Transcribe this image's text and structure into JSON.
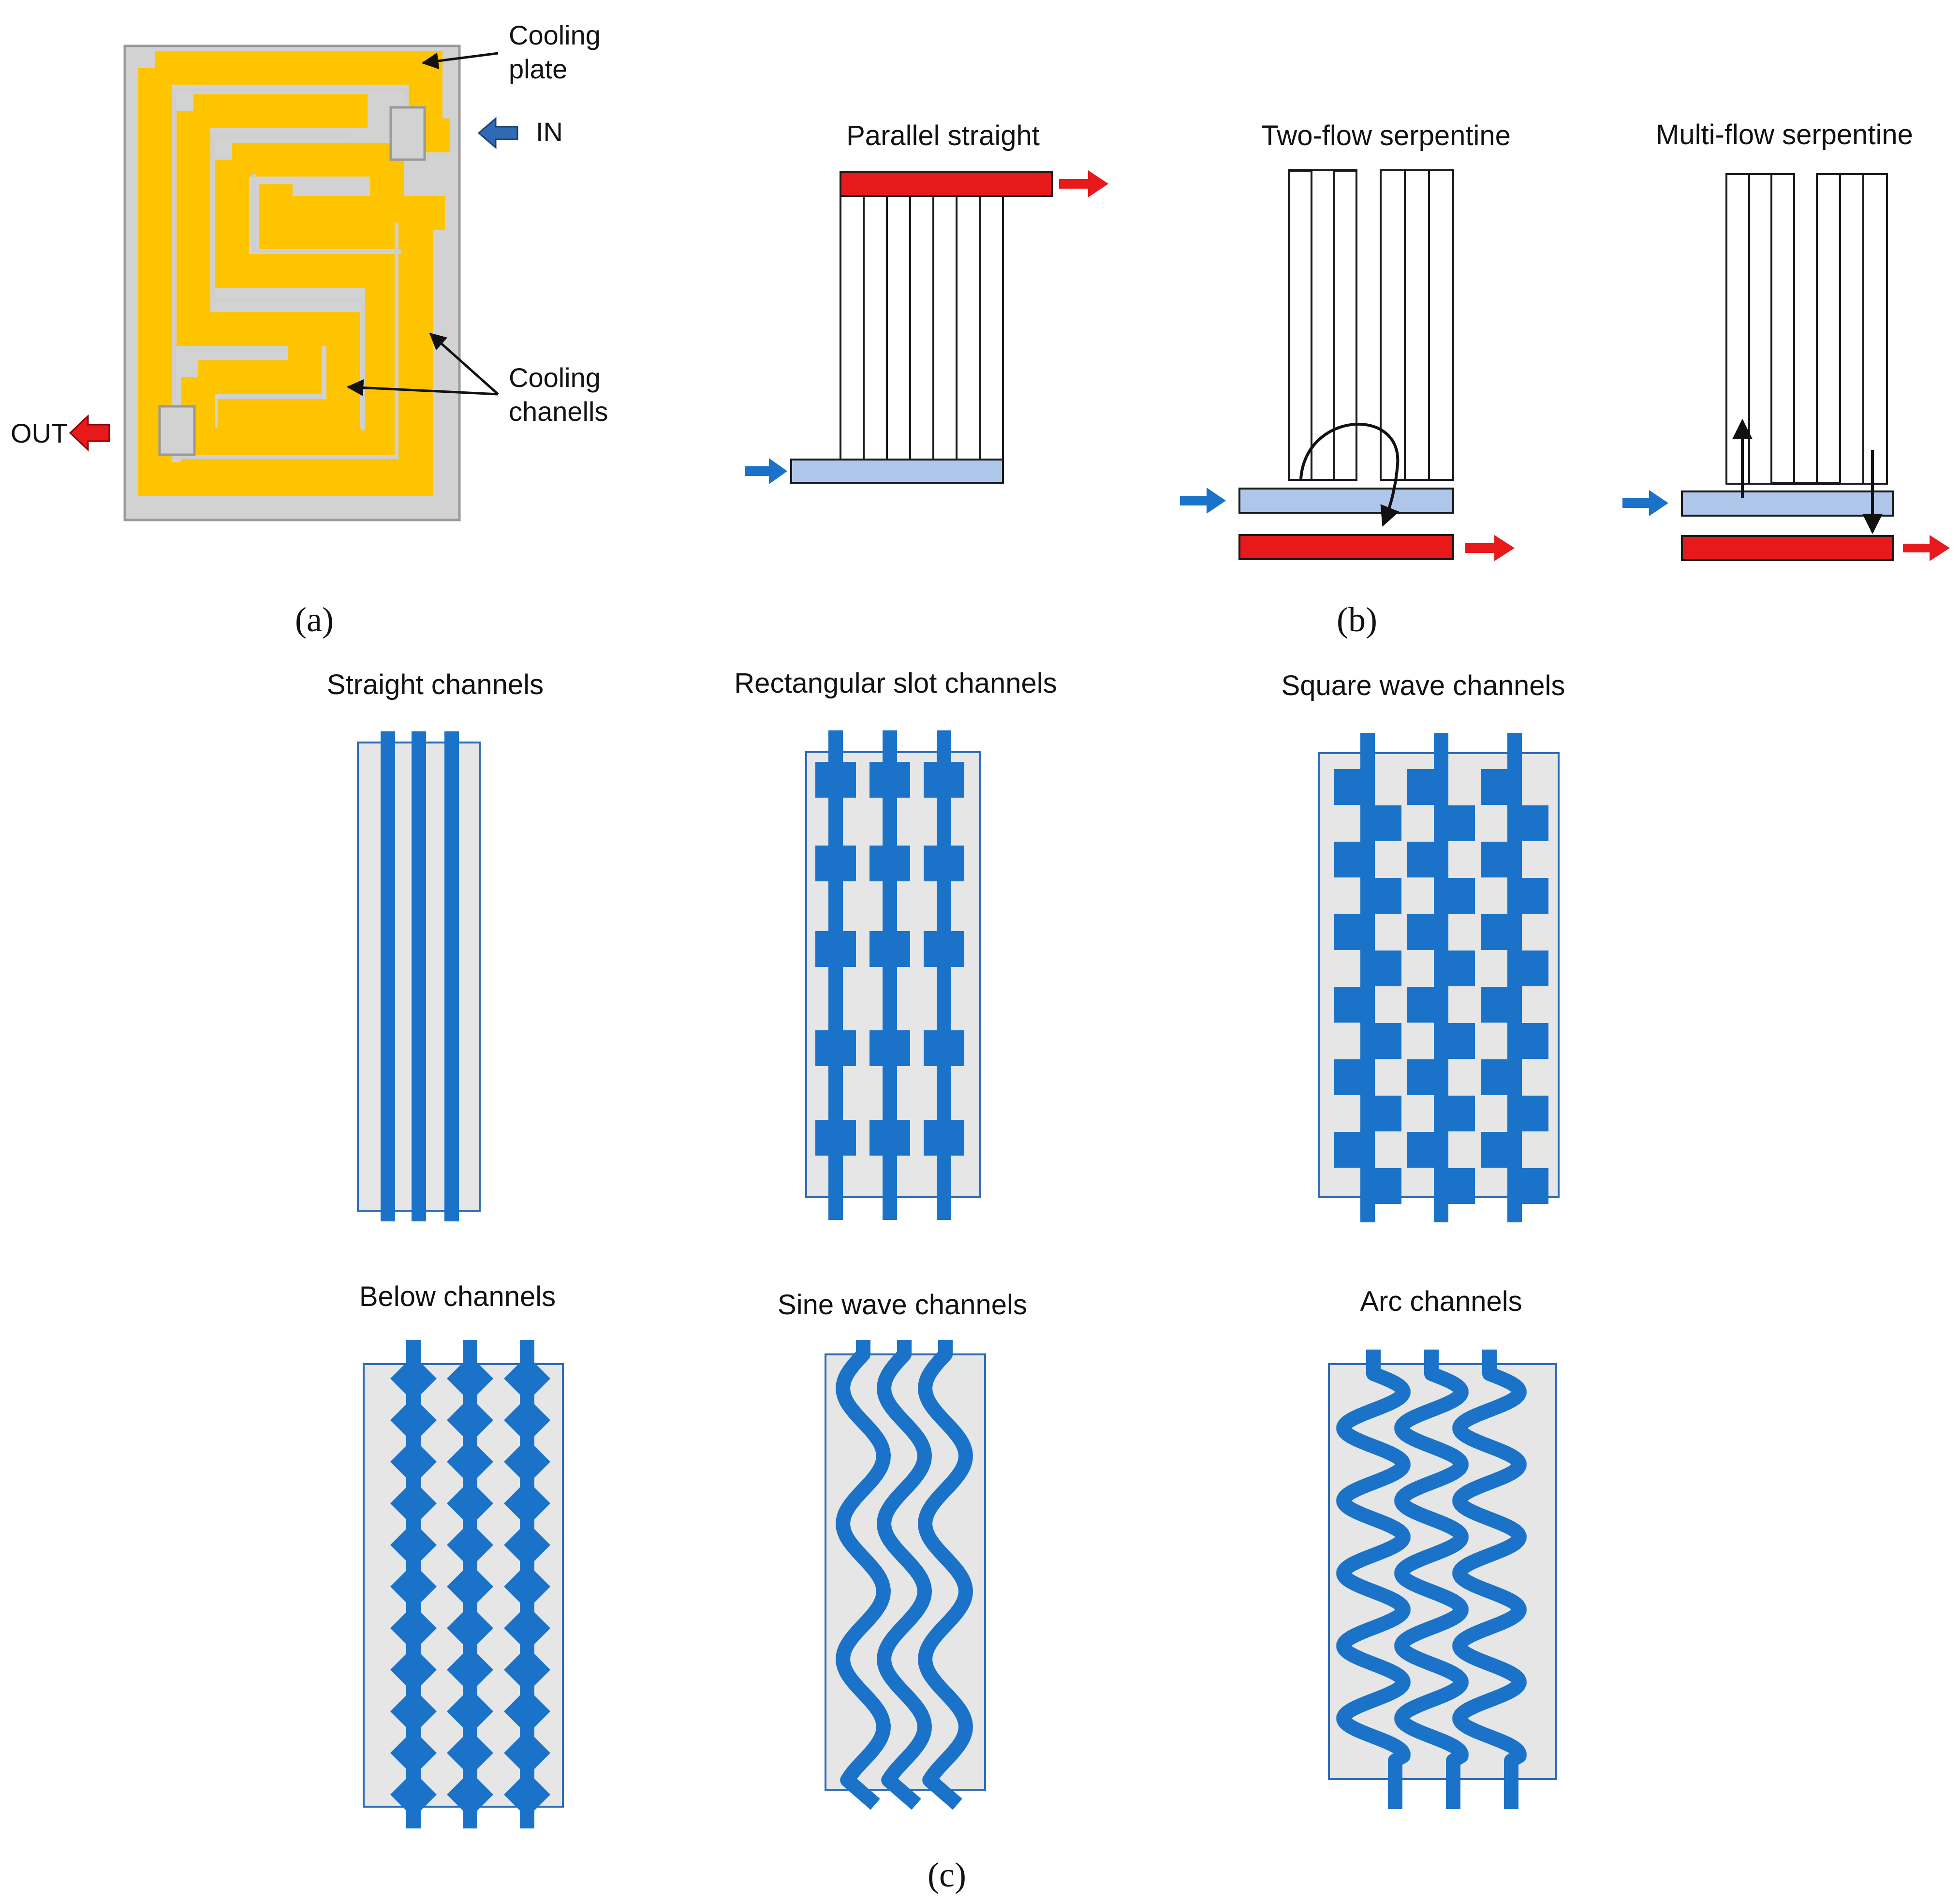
{
  "colors": {
    "accent_blue": "#1a73c9",
    "inlet_manifold": "#aec6ea",
    "outlet_manifold": "#e8191b",
    "channel_fill": "#ffc400",
    "plate_gray": "#d2d2d2",
    "panel_gray": "#e6e6e6"
  },
  "panel_a": {
    "caption": "(a)",
    "cooling_plate_line1": "Cooling",
    "cooling_plate_line2": "plate",
    "in_label": "IN",
    "out_label": "OUT",
    "cooling_channels_line1": "Cooling",
    "cooling_channels_line2": "chanells",
    "icons": [
      "arrow-left-icon",
      "arrow-left-icon"
    ]
  },
  "panel_b": {
    "caption": "(b)",
    "layouts": [
      {
        "title": "Parallel straight"
      },
      {
        "title": "Two-flow serpentine"
      },
      {
        "title": "Multi-flow serpentine"
      }
    ],
    "icons": [
      "arrow-right-icon"
    ]
  },
  "panel_c": {
    "caption": "(c)",
    "designs": [
      {
        "title": "Straight channels"
      },
      {
        "title": "Rectangular slot channels"
      },
      {
        "title": "Square wave channels"
      },
      {
        "title": "Below channels"
      },
      {
        "title": "Sine wave channels"
      },
      {
        "title": "Arc channels"
      }
    ]
  }
}
